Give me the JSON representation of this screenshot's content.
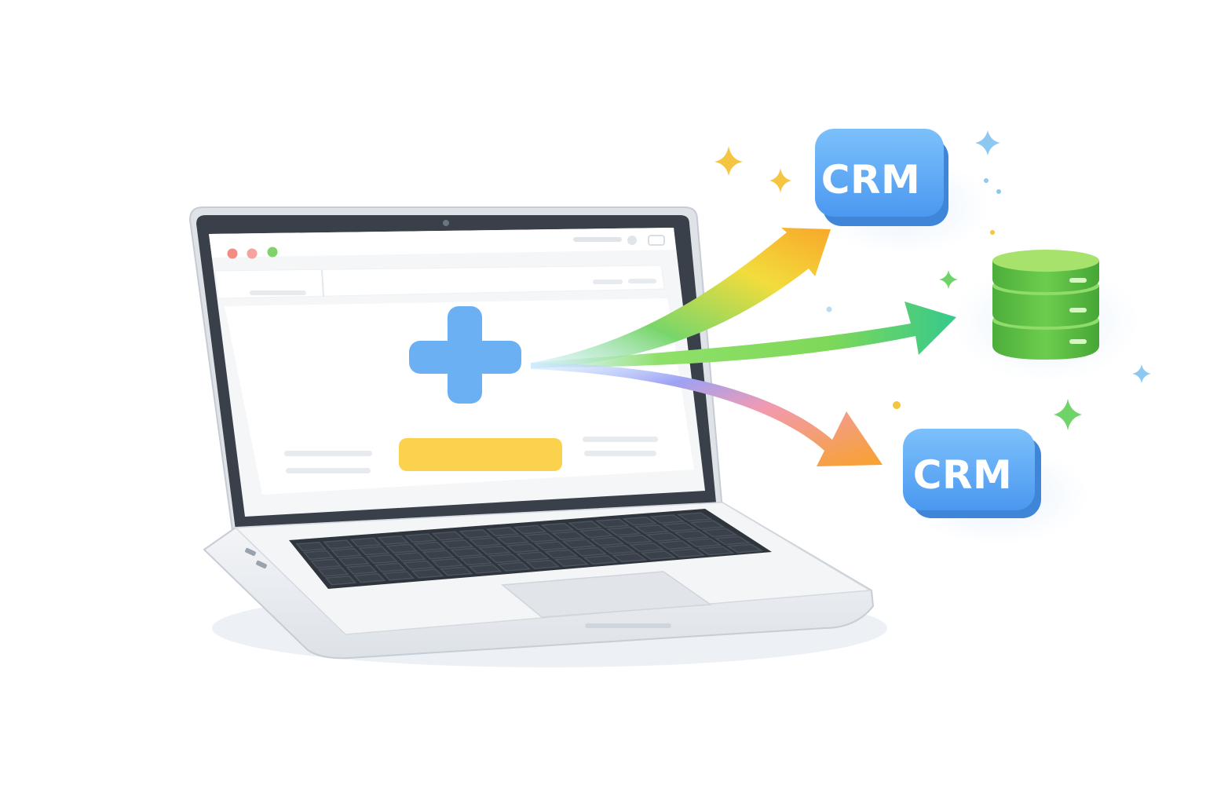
{
  "illustration": {
    "targets": [
      {
        "id": "crm-top",
        "label": "CRM"
      },
      {
        "id": "database",
        "label": ""
      },
      {
        "id": "crm-bottom",
        "label": "CRM"
      }
    ],
    "laptop": {
      "window_controls": [
        "close",
        "minimize",
        "maximize"
      ],
      "center_icon": "plus-icon",
      "primary_button_label": ""
    },
    "colors": {
      "crm_blue": "#5aa9f5",
      "database_green": "#5cc04a",
      "plus_blue": "#6ab0f3",
      "button_yellow": "#fbd24e",
      "arrow_top": "#f5a623",
      "arrow_middle": "#3ecf7a",
      "arrow_bottom": "#f7a630",
      "sparkle_gold": "#f5c542",
      "sparkle_green": "#6fd36a",
      "sparkle_blue": "#8cc8f0"
    }
  }
}
